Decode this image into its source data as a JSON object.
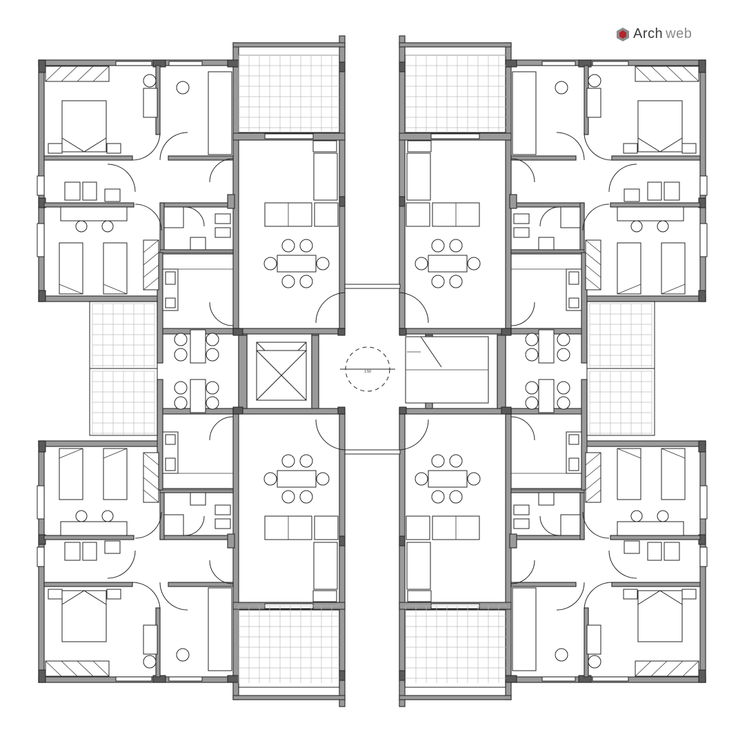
{
  "brand": {
    "name_part1": "Arch",
    "name_part2": "web",
    "logo_icon": "archweb-hexagon-icon"
  },
  "plan": {
    "scale_label": "1:50"
  },
  "colors": {
    "wall": "#9a9a9a",
    "column": "#5a5a5a",
    "line": "#222222",
    "tile": "#bbbbbb",
    "logo_red": "#b3262c"
  }
}
